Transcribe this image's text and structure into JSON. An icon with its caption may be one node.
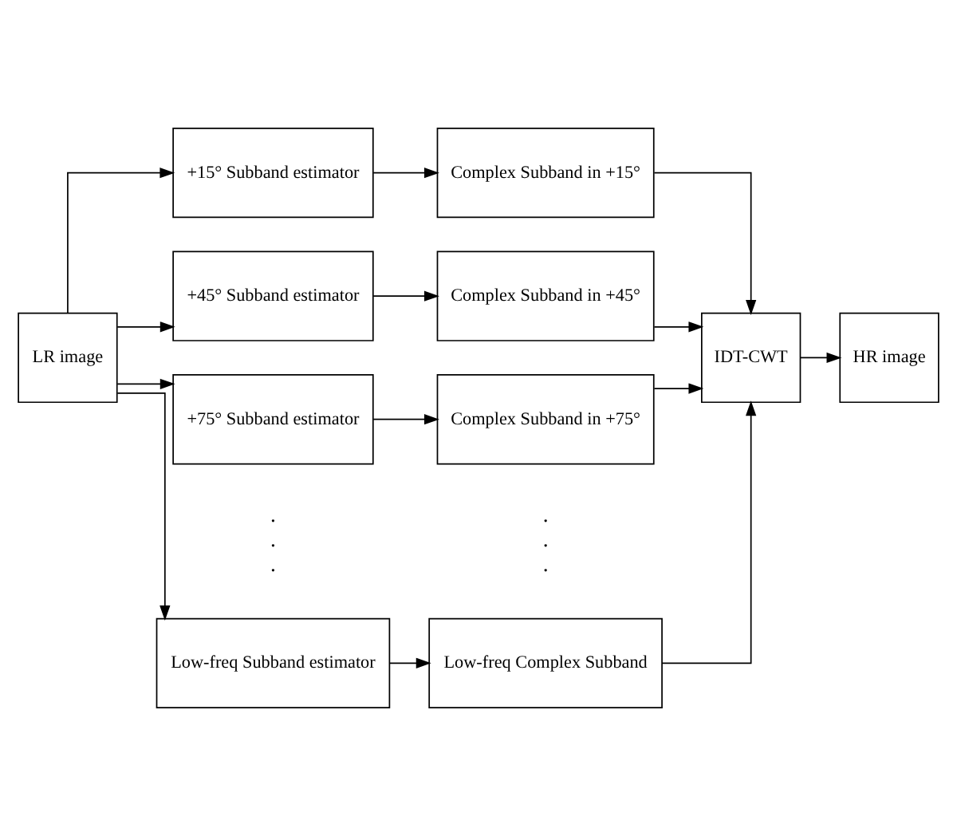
{
  "diagram": {
    "nodes": [
      {
        "text": [
          "LR image"
        ]
      },
      {
        "text": [
          "+15° Subband estimator"
        ]
      },
      {
        "text": [
          "+45° Subband estimator"
        ]
      },
      {
        "text": [
          "+75° Subband estimator"
        ]
      },
      {
        "text": [
          "Low-freq Subband estimator"
        ]
      },
      {
        "text": [
          "Complex Subband in +15°"
        ]
      },
      {
        "text": [
          "Complex Subband in +45°"
        ]
      },
      {
        "text": [
          "Complex Subband in +75°"
        ]
      },
      {
        "text": [
          "Low-freq Complex Subband"
        ]
      },
      {
        "text": [
          "IDT-CWT"
        ]
      },
      {
        "text": [
          "HR image"
        ]
      }
    ],
    "edges": [
      {
        "from": 0,
        "to": 1,
        "arrow": "to"
      },
      {
        "from": 0,
        "to": 2,
        "arrow": "to"
      },
      {
        "from": 0,
        "to": 3,
        "arrow": "to"
      },
      {
        "from": 0,
        "to": 4,
        "arrow": "to"
      },
      {
        "from": 1,
        "to": 5,
        "arrow": "to"
      },
      {
        "from": 2,
        "to": 6,
        "arrow": "to"
      },
      {
        "from": 3,
        "to": 7,
        "arrow": "to"
      },
      {
        "from": 4,
        "to": 8,
        "arrow": "to"
      },
      {
        "from": 5,
        "to": 9,
        "arrow": "to"
      },
      {
        "from": 6,
        "to": 9,
        "arrow": "to"
      },
      {
        "from": 7,
        "to": 9,
        "arrow": "to"
      },
      {
        "from": 8,
        "to": 9,
        "arrow": "to"
      },
      {
        "from": 9,
        "to": 10,
        "arrow": "to"
      }
    ],
    "labels": [
      ".",
      ".",
      ".",
      ".",
      ".",
      "."
    ]
  }
}
